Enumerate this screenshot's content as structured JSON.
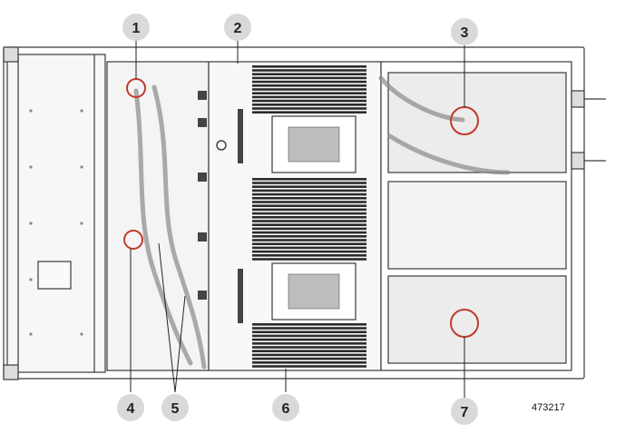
{
  "figure": {
    "id": "473217",
    "colors": {
      "highlight": "#c0392b",
      "chassis": "#3a3a3a",
      "dimm": "#2b2b2b",
      "panel": "#eeeeee",
      "callout_fill": "#d9d9d9"
    }
  },
  "callouts": [
    {
      "num": "1"
    },
    {
      "num": "2"
    },
    {
      "num": "3"
    },
    {
      "num": "4"
    },
    {
      "num": "5"
    },
    {
      "num": "6"
    },
    {
      "num": "7"
    }
  ]
}
